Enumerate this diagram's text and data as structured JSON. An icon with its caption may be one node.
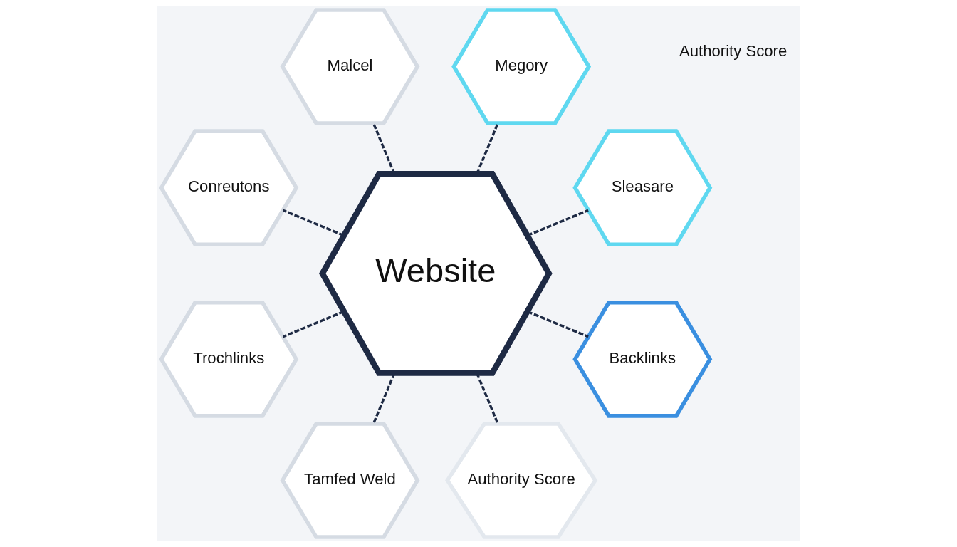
{
  "diagram": {
    "nodes": [
      {
        "text": [
          "Website"
        ]
      },
      {
        "text": [
          "Sleasare"
        ]
      },
      {
        "text": [
          "Megory"
        ]
      },
      {
        "text": [
          "Malcel"
        ]
      },
      {
        "text": [
          "Conreutons"
        ]
      },
      {
        "text": [
          "Trochlinks"
        ]
      },
      {
        "text": [
          "Tamfed Weld"
        ]
      },
      {
        "text": [
          "Authority Score"
        ]
      },
      {
        "text": [
          "Backlinks"
        ]
      }
    ],
    "edges": [
      {
        "from": 0,
        "to": 1,
        "arrow": "none",
        "style": "dashed"
      },
      {
        "from": 0,
        "to": 2,
        "arrow": "none",
        "style": "dashed"
      },
      {
        "from": 0,
        "to": 3,
        "arrow": "none",
        "style": "dashed"
      },
      {
        "from": 0,
        "to": 4,
        "arrow": "none",
        "style": "dashed"
      },
      {
        "from": 0,
        "to": 5,
        "arrow": "none",
        "style": "dashed"
      },
      {
        "from": 0,
        "to": 6,
        "arrow": "none",
        "style": "dashed"
      },
      {
        "from": 0,
        "to": 7,
        "arrow": "none",
        "style": "dashed"
      },
      {
        "from": 0,
        "to": 8,
        "arrow": "none",
        "style": "dashed"
      }
    ],
    "labels": [
      "Authority Score"
    ]
  }
}
